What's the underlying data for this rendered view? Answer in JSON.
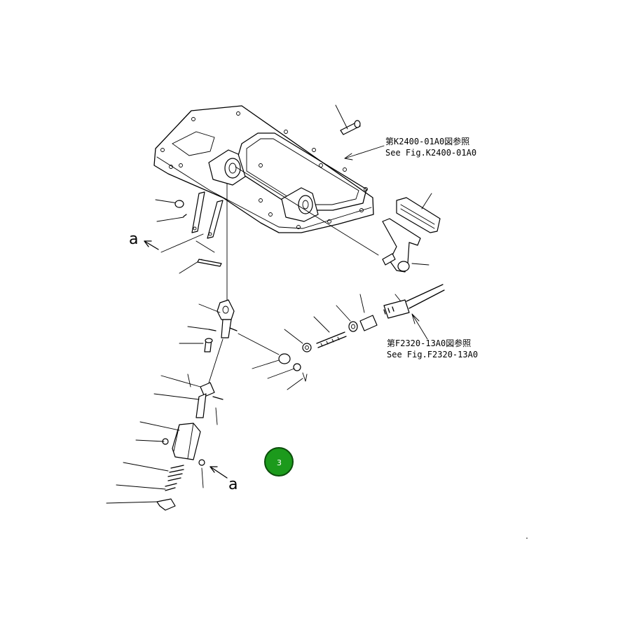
{
  "references": {
    "top_jp": "第K2400-01A0図参照",
    "top_en": "See Fig.K2400-01A0",
    "mid_jp": "第F2320-13A0図参照",
    "mid_en": "See Fig.F2320-13A0"
  },
  "view_marker": {
    "upper": "a",
    "lower": "a"
  },
  "callout": {
    "number": "3",
    "fill": "#1c9a1c",
    "stroke": "#0b4d0b"
  }
}
